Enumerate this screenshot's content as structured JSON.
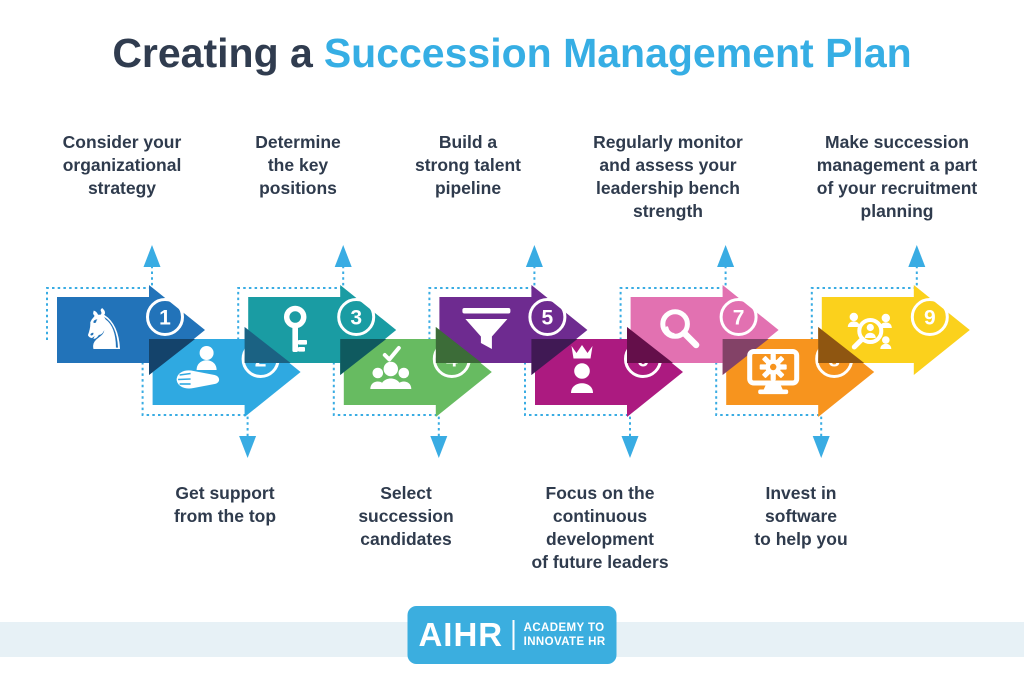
{
  "title": {
    "prefix": "Creating a",
    "highlight": "Succession Management Plan"
  },
  "steps": [
    {
      "number": "1",
      "label": "Consider your\norganizational\nstrategy",
      "position": "top",
      "color": "#2273B9",
      "icon": "chess-knight"
    },
    {
      "number": "2",
      "label": "Get support\nfrom the top",
      "position": "bottom",
      "color": "#2FA9E1",
      "icon": "hand-person"
    },
    {
      "number": "3",
      "label": "Determine\nthe key\npositions",
      "position": "top",
      "color": "#1A9CA3",
      "icon": "key"
    },
    {
      "number": "4",
      "label": "Select\nsuccession\ncandidates",
      "position": "bottom",
      "color": "#67BB61",
      "icon": "team-check"
    },
    {
      "number": "5",
      "label": "Build a\nstrong talent\npipeline",
      "position": "top",
      "color": "#6E2B90",
      "icon": "funnel"
    },
    {
      "number": "6",
      "label": "Focus on the\ncontinuous\ndevelopment\nof future leaders",
      "position": "bottom",
      "color": "#AC1A80",
      "icon": "leader-crown"
    },
    {
      "number": "7",
      "label": "Regularly monitor\nand assess your\nleadership bench\nstrength",
      "position": "top",
      "color": "#E271B1",
      "icon": "magnifier"
    },
    {
      "number": "8",
      "label": "Invest in\nsoftware\nto help you",
      "position": "bottom",
      "color": "#F7941E",
      "icon": "monitor-gear"
    },
    {
      "number": "9",
      "label": "Make succession\nmanagement a part\nof your recruitment\nplanning",
      "position": "top",
      "color": "#FBD11C",
      "icon": "headhunting"
    }
  ],
  "footer": {
    "logo_text": "AIHR",
    "tagline_line1": "ACADEMY TO",
    "tagline_line2": "INNOVATE HR"
  },
  "colors": {
    "connector": "#39ACE3",
    "band": "#E7F1F6",
    "logo_bg": "#3BAEDF",
    "title_dark": "#303C4F",
    "title_accent": "#36AEE4",
    "label_text": "#2F3B4D"
  }
}
